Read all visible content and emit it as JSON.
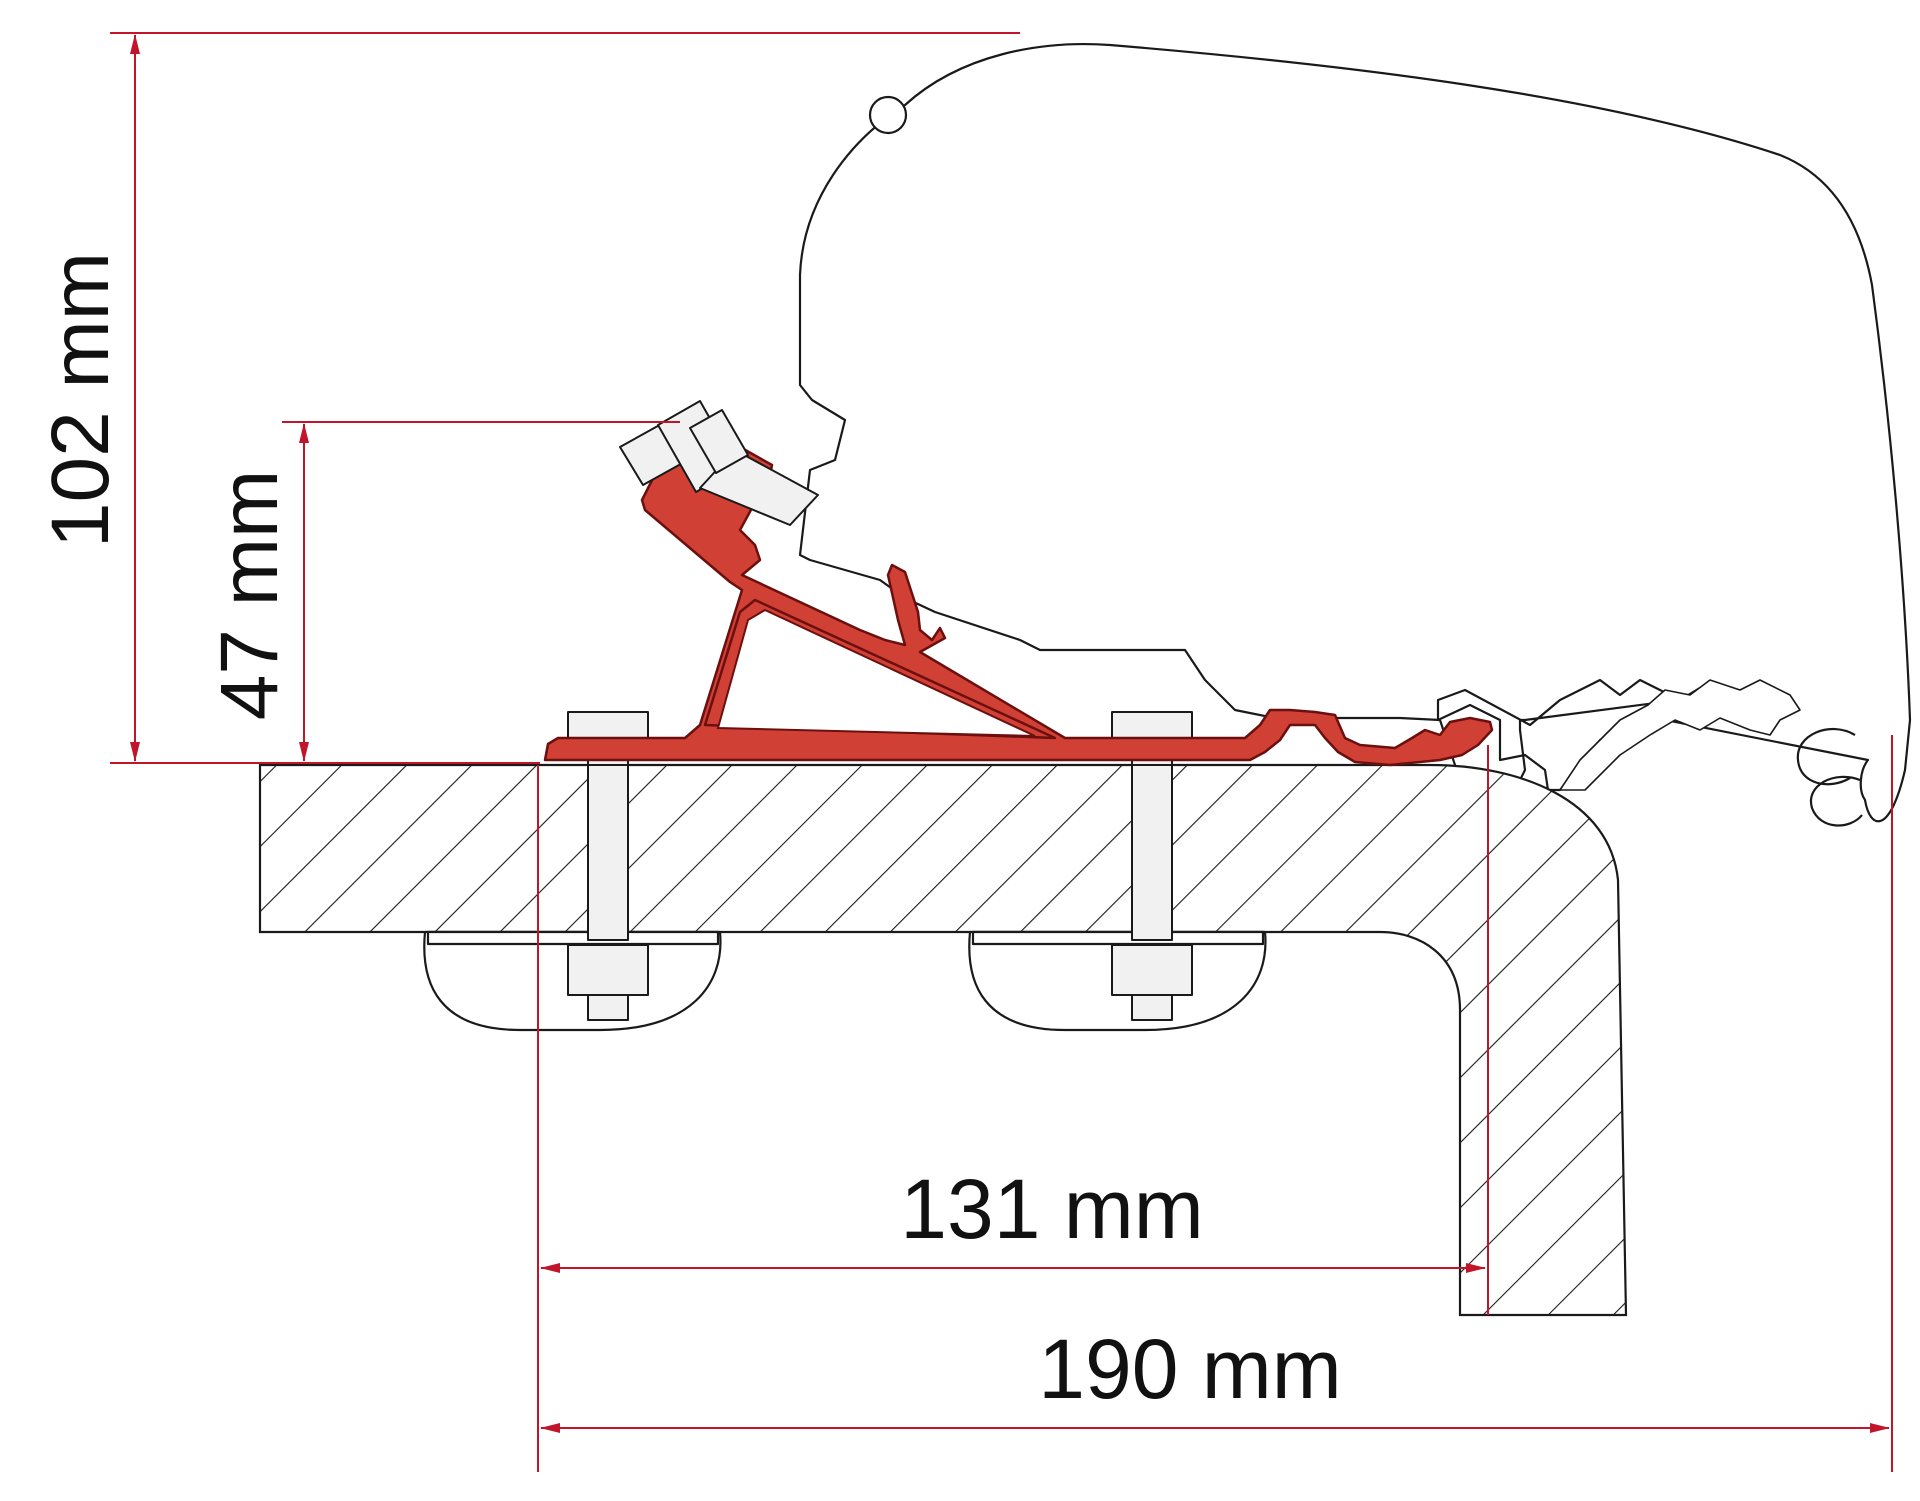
{
  "dimensions": {
    "total_height": "102 mm",
    "bracket_height": "47 mm",
    "inner_width": "131 mm",
    "total_width": "190 mm"
  },
  "colors": {
    "dimension_red": "#c0152a",
    "bracket_red": "#d14035",
    "outline": "#1a1a1a"
  }
}
